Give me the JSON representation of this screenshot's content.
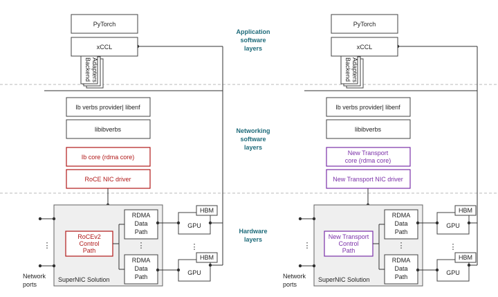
{
  "layer_labels": {
    "application": [
      "Application",
      "software",
      "layers"
    ],
    "networking": [
      "Networking",
      "software",
      "layers"
    ],
    "hardware": [
      "Hardware",
      "layers"
    ]
  },
  "left": {
    "pytorch": "PyTorch",
    "xccl": "xCCL",
    "backend_adapters": [
      "Backend",
      "Adapters"
    ],
    "ib_verbs_provider": "Ib verbs provider| libenf",
    "libibverbs": "libibverbs",
    "core": [
      "Ib core (rdma core)"
    ],
    "nic_driver": "RoCE NIC driver",
    "control_path": [
      "RoCEv2",
      "Control",
      "Path"
    ],
    "rdma_data_path": [
      "RDMA",
      "Data",
      "Path"
    ],
    "gpu": "GPU",
    "hbm": "HBM",
    "supernic": "SuperNIC Solution",
    "network_ports": [
      "Network",
      "ports"
    ]
  },
  "right": {
    "pytorch": "PyTorch",
    "xccl": "xCCL",
    "backend_adapters": [
      "Backend",
      "Adapters"
    ],
    "ib_verbs_provider": "Ib verbs provider| libenf",
    "libibverbs": "libibverbs",
    "core": [
      "New Transport",
      "core (rdma core)"
    ],
    "nic_driver": "New Transport NIC driver",
    "control_path": [
      "New Transport",
      "Control",
      "Path"
    ],
    "rdma_data_path": [
      "RDMA",
      "Data",
      "Path"
    ],
    "gpu": "GPU",
    "hbm": "HBM",
    "supernic": "SuperNIC Solution",
    "network_ports": [
      "Network",
      "ports"
    ]
  },
  "ellipsis": "⋮",
  "colors": {
    "layer_label": "#1e6b7a",
    "roce_accent": "#b01818",
    "new_transport_accent": "#7a2fa8"
  }
}
